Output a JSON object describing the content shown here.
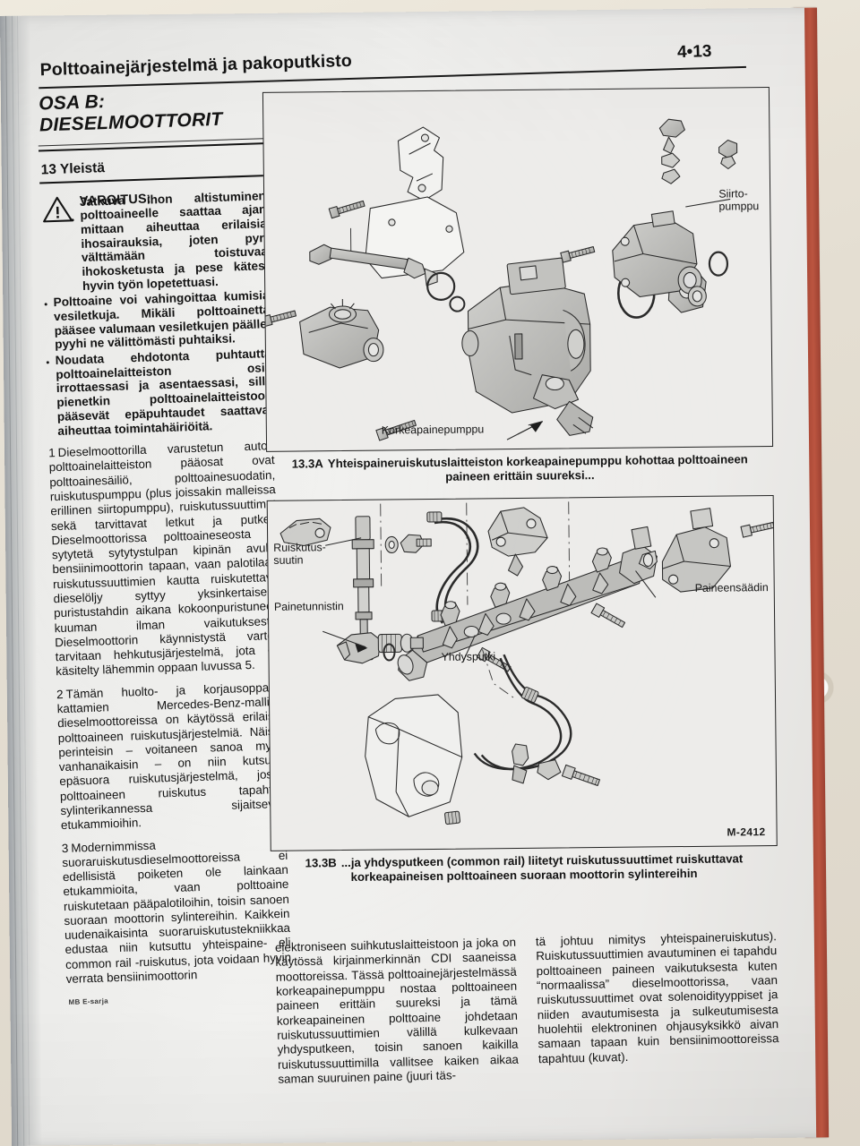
{
  "document": {
    "running_head": "Polttoainejärjestelmä ja pakoputkisto",
    "page_number": "4•13",
    "footer": "MB E-sarja"
  },
  "left_column": {
    "part_heading_line1": "OSA B:",
    "part_heading_line2": "DIESELMOOTTORIT",
    "section_number": "13",
    "section_title": "Yleistä",
    "warning": {
      "icon": "warning-triangle-icon",
      "label": "VAROITUS:",
      "bullets": [
        "Jatkuva ihon altistuminen polttoaineelle saattaa ajan mittaan aiheuttaa erilaisia ihosairauksia, joten pyri välttämään toistuvaa ihokosketusta ja pese kätesi hyvin työn lopetettuasi.",
        "Polttoaine voi vahingoittaa kumisia vesiletkuja. Mikäli polttoainetta pääsee valumaan vesiletkujen päälle, pyyhi ne välittömästi puhtaiksi.",
        "Noudata ehdotonta puhtautta polttoainelaitteiston osia irrottaessasi ja asentaessasi, sillä pienetkin polttoainelaitteistoon pääsevät epäpuhtaudet saattavat aiheuttaa toimintahäiriöitä."
      ]
    },
    "paragraphs": [
      {
        "number": "1",
        "text": "Dieselmoottorilla varustetun auton polttoainelaitteiston pääosat ovat polttoainesäiliö, polttoainesuodatin, ruiskutuspumppu (plus joissakin malleissa erillinen siirtopumppu), ruiskutussuuttimet sekä tarvittavat letkut ja putket. Dieselmoottorissa polttoaineseosta ei sytytetä sytytystulpan kipinän avulla bensiinimoottorin tapaan, vaan palotilaan ruiskutussuuttimien kautta ruiskutettava dieselöljy syttyy yksinkertaisesti puristustahdin aikana kokoonpuristuneen kuuman ilman vaikutuksesta. Dieselmoottorin käynnistystä varten tarvitaan hehkutusjärjestelmä, jota on käsitelty lähemmin oppaan luvussa 5."
      },
      {
        "number": "2",
        "text": "Tämän huolto- ja korjausoppaan kattamien Mercedes-Benz-mallien dieselmoottoreissa on käytössä erilaisia polttoaineen ruiskutusjärjestelmiä. Näistä perinteisin – voitaneen sanoa myös vanhanaikaisin – on niin kutsuttu epäsuora ruiskutusjärjestelmä, jossa polttoaineen ruiskutus tapahtuu sylinterikannessa sijaitseviin etukammioihin."
      },
      {
        "number": "3",
        "text": "Modernimmissa suoraruiskutusdieselmoottoreissa ei edellisistä poiketen ole lainkaan etukammioita, vaan polttoaine ruiskutetaan pääpalotiloihin, toisin sanoen suoraan moottorin sylintereihin. Kaikkein uudenaikaisinta suoraruiskutustekniikkaa edustaa niin kutsuttu yhteispaine- eli common rail -ruiskutus, jota voidaan hyvin verrata bensiinimoottorin"
      }
    ]
  },
  "figures": [
    {
      "id": "13.3A",
      "caption_number": "13.3A",
      "caption_text": "Yhteispaineruiskutuslaitteiston korkeapainepumppu kohottaa polttoaineen paineen erittäin suureksi...",
      "labels": [
        {
          "name": "siirtopumppu",
          "text": "Siirto-\npumppu"
        },
        {
          "name": "korkeapainepumppu",
          "text": "Korkeapainepumppu"
        }
      ]
    },
    {
      "id": "13.3B",
      "caption_number": "13.3B",
      "caption_text": "...ja yhdysputkeen (common rail) liitetyt ruiskutussuuttimet ruiskuttavat korkeapaineisen polttoaineen suoraan moottorin sylintereihin",
      "labels": [
        {
          "name": "ruiskutussuutin",
          "text": "Ruiskutus-\nsuutin"
        },
        {
          "name": "painetunnistin",
          "text": "Painetunnistin"
        },
        {
          "name": "yhdysputki",
          "text": "Yhdysputki"
        },
        {
          "name": "paineensaadin",
          "text": "Paineensäädin"
        }
      ],
      "drawing_code": "M-2412"
    }
  ],
  "bottom_columns": {
    "middle": "elektroniseen suihkutuslaitteistoon ja joka on käytössä kirjainmerkinnän CDI saaneissa moottoreissa. Tässä polttoainejärjestelmässä korkeapainepumppu nostaa polttoaineen paineen erittäin suureksi ja tämä korkeapaineinen polttoaine johdetaan ruiskutussuuttimien välillä kulkevaan yhdysputkeen, toisin sanoen kaikilla ruiskutussuuttimilla vallitsee kaiken aikaa saman suuruinen paine (juuri täs-",
    "right": "tä johtuu nimitys yhteispaineruiskutus). Ruiskutussuuttimien avautuminen ei tapahdu polttoaineen paineen vaikutuksesta kuten “normaalissa” dieselmoottorissa, vaan ruiskutussuuttimet ovat solenoidityyppiset ja niiden avautumisesta ja sulkeutumisesta huolehtii elektroninen ohjausyksikkö aivan samaan tapaan kuin bensiinimoottoreissa tapahtuu (kuvat)."
  },
  "colors": {
    "paper": "#f1f1ef",
    "ink": "#131313",
    "cover": "#a64634",
    "drawing_fill": "#b9b9b6"
  }
}
